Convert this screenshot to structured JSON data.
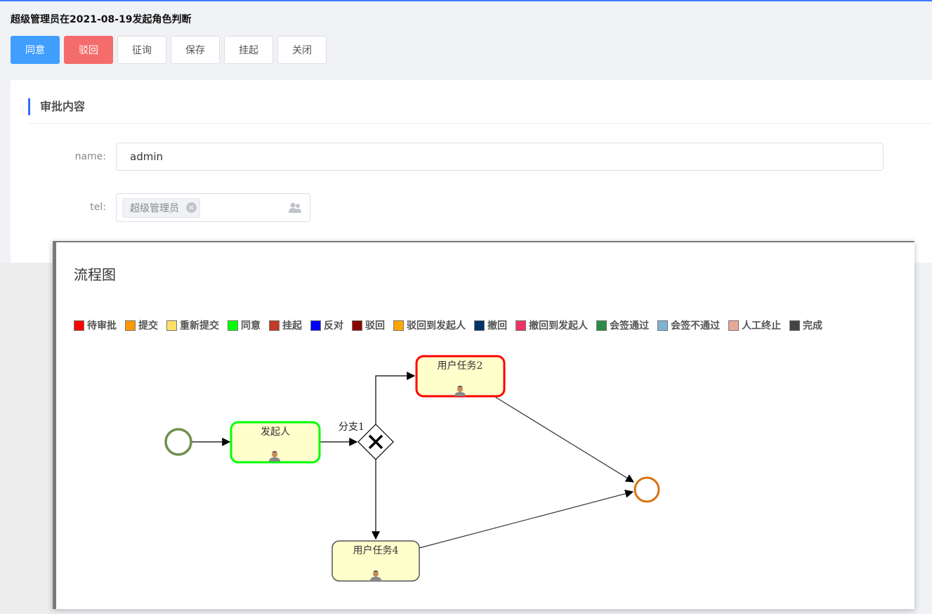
{
  "header": {
    "title": "超级管理员在2021-08-19发起角色判断"
  },
  "toolbar": {
    "agree": "同意",
    "reject": "驳回",
    "consult": "征询",
    "save": "保存",
    "suspend": "挂起",
    "close": "关闭"
  },
  "form": {
    "section_title": "审批内容",
    "name_label": "name:",
    "name_value": "admin",
    "tel_label": "tel:",
    "tel_tag": "超级管理员"
  },
  "modal": {
    "title": "流程图",
    "legend": [
      {
        "label": "待审批",
        "color": "#ff0000"
      },
      {
        "label": "提交",
        "color": "#ff9900"
      },
      {
        "label": "重新提交",
        "color": "#ffe066"
      },
      {
        "label": "同意",
        "color": "#00ff00"
      },
      {
        "label": "挂起",
        "color": "#c23b22"
      },
      {
        "label": "反对",
        "color": "#0000ff"
      },
      {
        "label": "驳回",
        "color": "#8b0000"
      },
      {
        "label": "驳回到发起人",
        "color": "#ffa500"
      },
      {
        "label": "撤回",
        "color": "#003366"
      },
      {
        "label": "撤回到发起人",
        "color": "#ee3366"
      },
      {
        "label": "会签通过",
        "color": "#2e8b46"
      },
      {
        "label": "会签不通过",
        "color": "#7fb3d5"
      },
      {
        "label": "人工终止",
        "color": "#e8a898"
      },
      {
        "label": "完成",
        "color": "#444444"
      }
    ],
    "diagram": {
      "task_initiator": "发起人",
      "gateway": "分支1",
      "task2": "用户任务2",
      "task4": "用户任务4"
    }
  }
}
